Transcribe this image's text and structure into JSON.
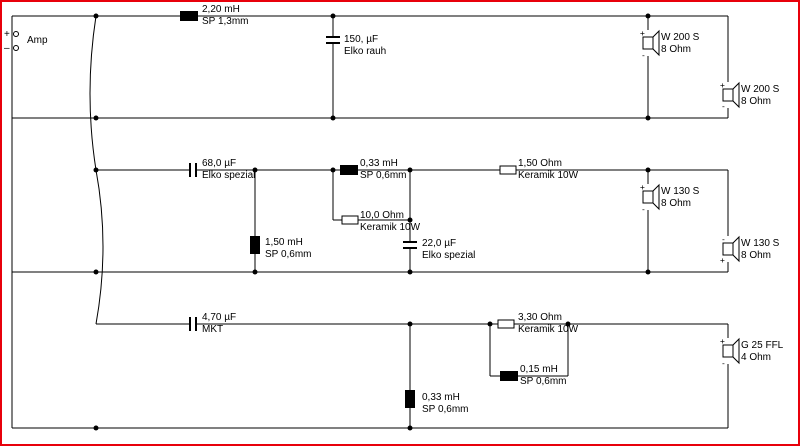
{
  "amp": {
    "label": "Amp",
    "plus": "+",
    "minus": "–"
  },
  "components": {
    "l1": {
      "value": "2,20 mH",
      "type": "SP 1,3mm"
    },
    "c1": {
      "value": "150, µF",
      "type": "Elko rauh"
    },
    "c2": {
      "value": "68,0 µF",
      "type": "Elko spezial"
    },
    "l2": {
      "value": "1,50 mH",
      "type": "SP 0,6mm"
    },
    "l3": {
      "value": "0,33 mH",
      "type": "SP 0,6mm"
    },
    "r1": {
      "value": "10,0 Ohm",
      "type": "Keramik 10W"
    },
    "c3": {
      "value": "22,0 µF",
      "type": "Elko spezial"
    },
    "r2": {
      "value": "1,50 Ohm",
      "type": "Keramik 10W"
    },
    "c4": {
      "value": "4,70 µF",
      "type": "MKT"
    },
    "l4": {
      "value": "0,33 mH",
      "type": "SP 0,6mm"
    },
    "r3": {
      "value": "3,30 Ohm",
      "type": "Keramik 10W"
    },
    "l5": {
      "value": "0,15 mH",
      "type": "SP 0,6mm"
    }
  },
  "speakers": {
    "w200_a": {
      "name": "W 200 S",
      "impedance": "8 Ohm"
    },
    "w200_b": {
      "name": "W 200 S",
      "impedance": "8 Ohm"
    },
    "w130_a": {
      "name": "W 130 S",
      "impedance": "8 Ohm"
    },
    "w130_b": {
      "name": "W 130 S",
      "impedance": "8 Ohm"
    },
    "g25": {
      "name": "G 25 FFL",
      "impedance": "4 Ohm"
    }
  },
  "polarity": {
    "plus": "+",
    "minus": "-"
  },
  "colors": {
    "frame": "#e8000b",
    "wire": "#000000",
    "background": "#ffffff"
  }
}
